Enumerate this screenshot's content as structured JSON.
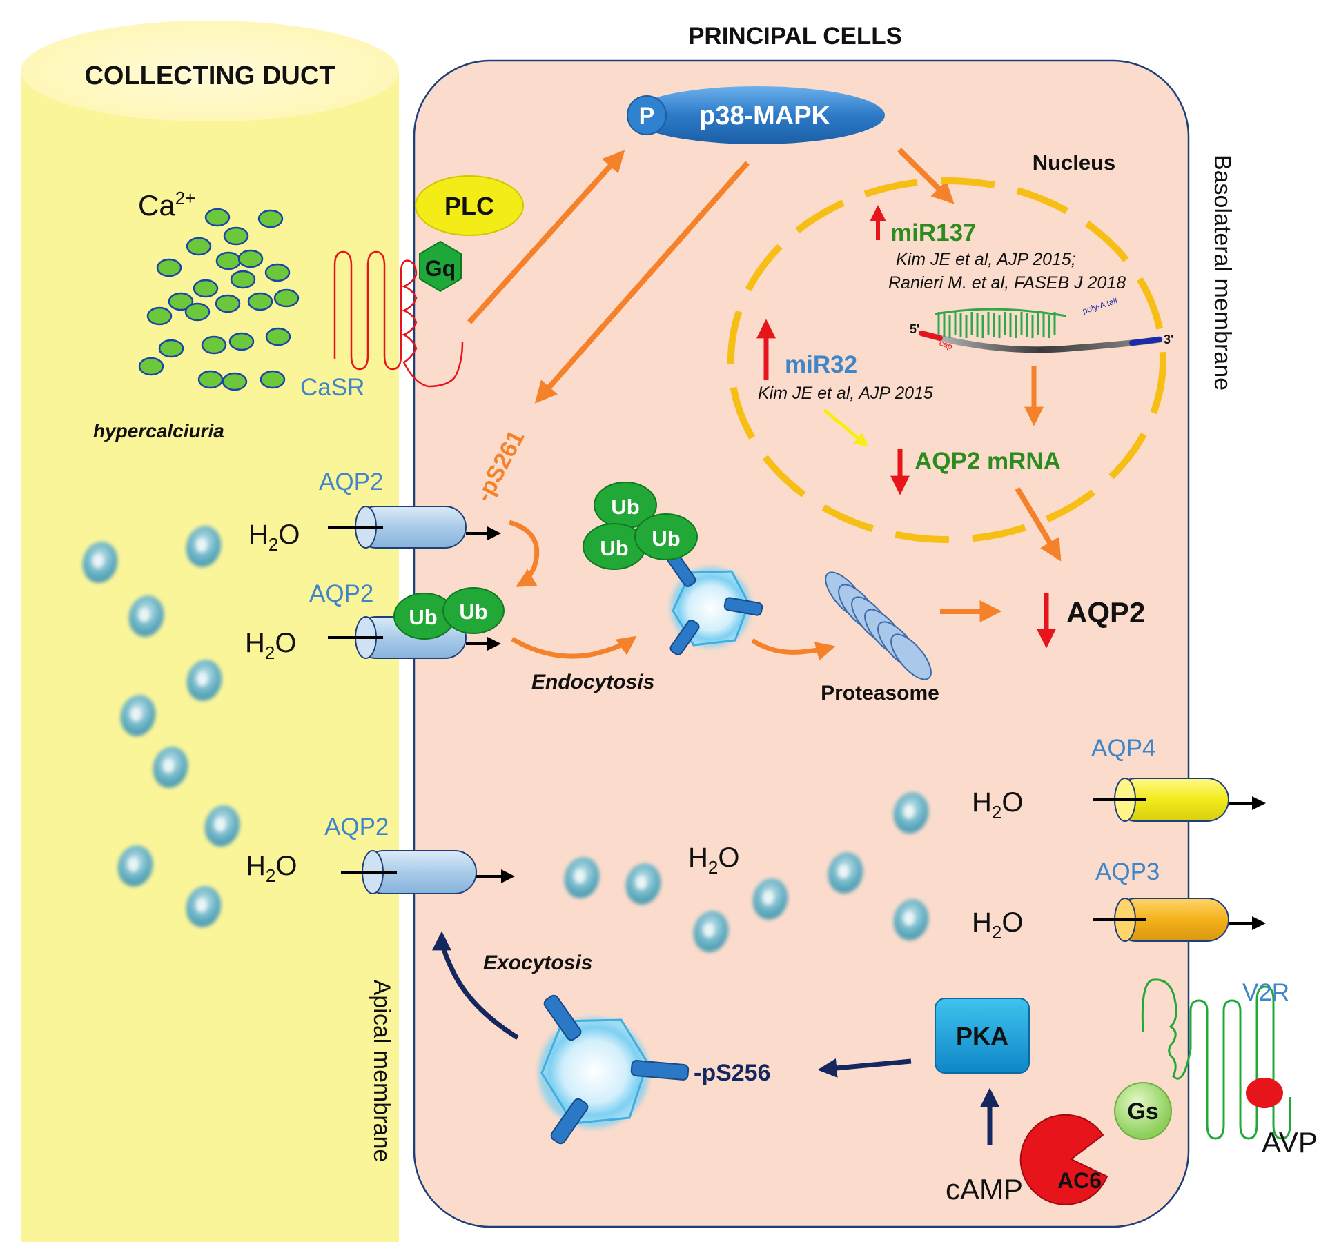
{
  "titles": {
    "principal_cells": "PRINCIPAL CELLS",
    "collecting_duct": "COLLECTING DUCT",
    "nucleus": "Nucleus",
    "basolateral_membrane": "Basolateral membrane",
    "apical_membrane": "Apical membrane"
  },
  "signaling": {
    "ca": "Ca",
    "ca_charge": "2+",
    "plc": "PLC",
    "gq": "Gq",
    "casr": "CaSR",
    "hypercalciuria": "hypercalciuria",
    "phospho": "P",
    "p38": "p38-MAPK",
    "ps261": "-pS261"
  },
  "nucleus": {
    "mir137": "miR137",
    "mir137_ref1": "Kim JE et al, AJP 2015;",
    "mir137_ref2": "Ranieri M. et al, FASEB J 2018",
    "mir32": "miR32",
    "mir32_ref": "Kim JE et al, AJP 2015",
    "aqp2_mrna": "AQP2 mRNA",
    "five_prime": "5'",
    "three_prime": "3'",
    "cap": "cap",
    "polya": "poly-A tail"
  },
  "channels": {
    "aqp2_a": "AQP2",
    "aqp2_b": "AQP2",
    "aqp2_c": "AQP2",
    "aqp4": "AQP4",
    "aqp3": "AQP3"
  },
  "water": "H2O",
  "water_parts": {
    "h": "H",
    "sub": "2",
    "o": "O"
  },
  "degradation": {
    "ub": "Ub",
    "endocytosis": "Endocytosis",
    "proteasome": "Proteasome",
    "aqp2_final": "AQP2"
  },
  "trafficking": {
    "exocytosis": "Exocytosis",
    "ps256": "-pS256",
    "pka": "PKA",
    "camp": "cAMP",
    "ac6": "AC6",
    "gs": "Gs",
    "v2r": "V2R",
    "avp": "AVP"
  },
  "colors": {
    "duct": "#fbf59a",
    "cell": "#fbdccc",
    "orange": "#f5822a",
    "navy": "#14285f",
    "red": "#e8141c",
    "green_text": "#2e8b1f",
    "blue_text": "#3f86c8",
    "ub_green": "#22a836",
    "aqp4": "#f2ea1a",
    "aqp3": "#f3b21a"
  }
}
